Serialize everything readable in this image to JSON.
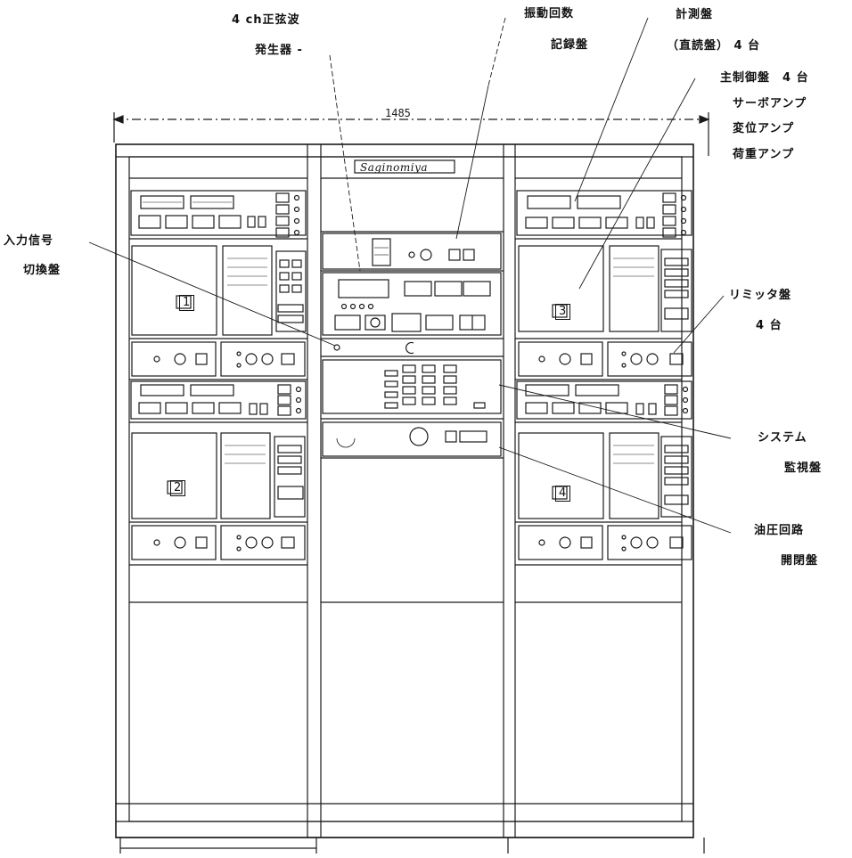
{
  "diagram": {
    "dimension": "1485",
    "brand": "Saginomiya",
    "panel_numbers": [
      "1",
      "2",
      "3",
      "4"
    ],
    "callouts": {
      "sine_generator": [
        "4 ch正弦波",
        "発生器 -"
      ],
      "vibration_counter": [
        "振動回数",
        "記録盤"
      ],
      "measurement": [
        "計測盤",
        "（直読盤） 4 台"
      ],
      "main_control": [
        "主制御盤　4 台",
        "サーボアンプ",
        "変位アンプ",
        "荷重アンプ"
      ],
      "input_switch": [
        "入力信号",
        "切換盤"
      ],
      "limiter": [
        "リミッタ盤",
        "4 台"
      ],
      "system_monitor": [
        "システム",
        "監視盤"
      ],
      "hydraulic_switch": [
        "油圧回路",
        "開閉盤"
      ]
    }
  },
  "colors": {
    "line": "#1a1a1a",
    "background": "#ffffff"
  }
}
